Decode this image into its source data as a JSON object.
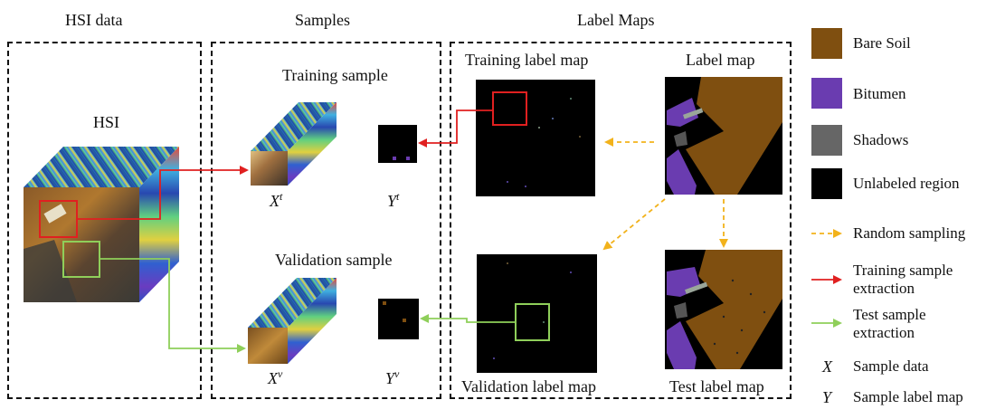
{
  "headers": {
    "hsi_data": "HSI data",
    "samples": "Samples",
    "label_maps": "Label Maps"
  },
  "hsi": {
    "label": "HSI"
  },
  "samples": {
    "training_title": "Training sample",
    "validation_title": "Validation sample",
    "xt": "X",
    "xt_sup": "t",
    "yt": "Y",
    "yt_sup": "t",
    "xv": "X",
    "xv_sup": "v",
    "yv": "Y",
    "yv_sup": "v"
  },
  "maps": {
    "training_label_map": "Training label map",
    "label_map": "Label map",
    "validation_label_map": "Validation label map",
    "test_label_map": "Test label map"
  },
  "legend": {
    "classes": [
      {
        "label": "Bare Soil",
        "color": "#7f4f10"
      },
      {
        "label": "Bitumen",
        "color": "#6a3cb0"
      },
      {
        "label": "Shadows",
        "color": "#666666"
      },
      {
        "label": "Unlabeled region",
        "color": "#000000"
      }
    ],
    "random_sampling": "Random sampling",
    "training_extraction_line1": "Training sample",
    "training_extraction_line2": "extraction",
    "test_extraction_line1": "Test sample",
    "test_extraction_line2": "extraction",
    "x_symbol": "X",
    "x_desc": "Sample data",
    "y_symbol": "Y",
    "y_desc": "Sample label map"
  },
  "colors": {
    "random_sampling": "#f2b21b",
    "training_extraction": "#e02020",
    "test_extraction": "#8fcf5a"
  }
}
